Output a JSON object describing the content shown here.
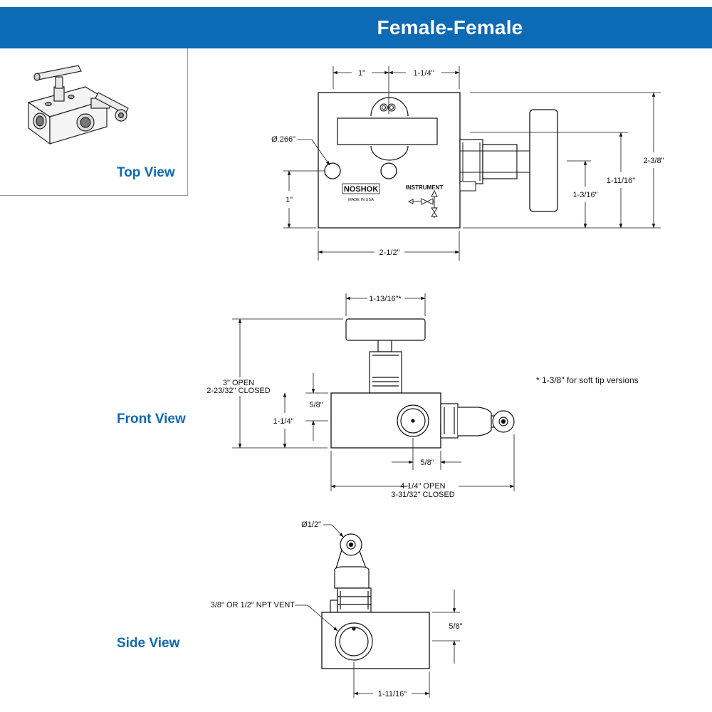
{
  "header": {
    "title": "Female-Female"
  },
  "views": {
    "top": "Top View",
    "front": "Front View",
    "side": "Side View"
  },
  "top_view": {
    "dim_1": "1\"",
    "dim_1_1_4": "1-1/4\"",
    "dia_266": "Ø.266\"",
    "dim_1_left": "1\"",
    "dim_2_1_2": "2-1/2\"",
    "dim_1_3_16": "1-3/16\"",
    "dim_1_11_16": "1-11/16\"",
    "dim_2_3_8": "2-3/8\"",
    "brand": "NOSHOK",
    "made_in": "MADE IN USA",
    "instrument": "INSTRUMENT"
  },
  "front_view": {
    "dim_1_13_16": "1-13/16\"*",
    "height_open": "3\" OPEN",
    "height_closed": "2-23/32\" CLOSED",
    "dim_5_8_left": "5/8\"",
    "dim_1_1_4": "1-1/4\"",
    "dim_5_8_bottom": "5/8\"",
    "width_open": "4-1/4\" OPEN",
    "width_closed": "3-31/32\" CLOSED",
    "footnote": "* 1-3/8\" for soft tip versions"
  },
  "side_view": {
    "dia_1_2": "Ø1/2\"",
    "vent": "3/8\" OR 1/2\" NPT VENT",
    "dim_5_8": "5/8\"",
    "dim_1_11_16": "1-11/16\""
  }
}
